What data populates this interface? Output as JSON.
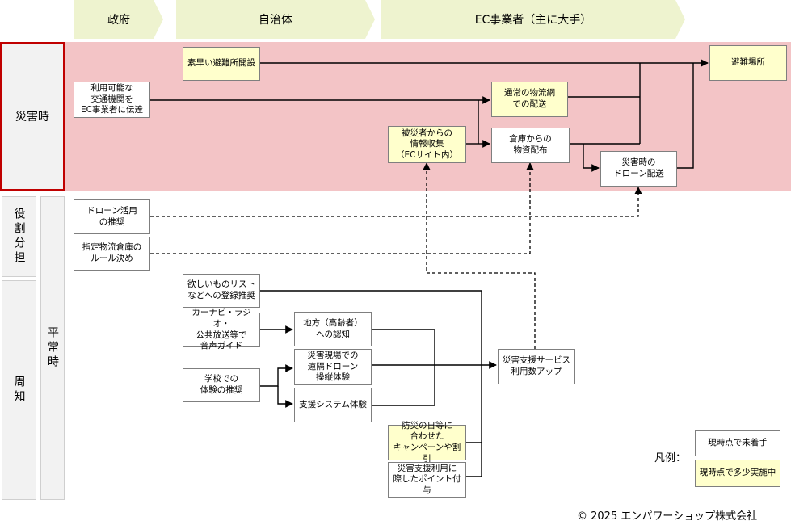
{
  "headers": {
    "government": "政府",
    "local_government": "自治体",
    "ec_operators": "EC事業者（主に大手）"
  },
  "row_labels": {
    "disaster_time": "災害時",
    "role_sharing": "役割分担",
    "awareness": "周知",
    "normal_time": "平常時"
  },
  "boxes": {
    "transport_info": "利用可能な\n交通機関を\nEC事業者に伝達",
    "quick_shelter": "素早い避難所開設",
    "shelter": "避難場所",
    "normal_logistics": "通常の物流網\nでの配送",
    "info_collection": "被災者からの\n情報収集\n（ECサイト内）",
    "warehouse_supply": "倉庫からの\n物資配布",
    "disaster_drone": "災害時の\nドローン配送",
    "drone_promotion": "ドローン活用\nの推奨",
    "warehouse_rules": "指定物流倉庫の\nルール決め",
    "wishlist": "欲しいものリスト\nなどへの登録推奨",
    "car_navi": "カーナビ・ラジオ・\n公共放送等で\n音声ガイド",
    "regional_awareness": "地方（高齢者）\nへの認知",
    "remote_drone": "災害現場での\n遠隔ドローン\n操縦体験",
    "school_experience": "学校での\n体験の推奨",
    "support_system": "支援システム体験",
    "disaster_service": "災害支援サービス\n利用数アップ",
    "campaign": "防災の日等に\n合わせた\nキャンペーンや割引",
    "points": "災害支援利用に\n際したポイント付与"
  },
  "legend": {
    "label": "凡例：",
    "not_started": "現時点で未着手",
    "partially": "現時点で多少実施中"
  },
  "colors": {
    "header_fill": "#eef3cf",
    "disaster_band": "#f3c4c6",
    "highlight_box": "#ffffcc",
    "disaster_label_border": "#c00000"
  },
  "copyright": "© 2025 エンパワーショップ株式会社"
}
